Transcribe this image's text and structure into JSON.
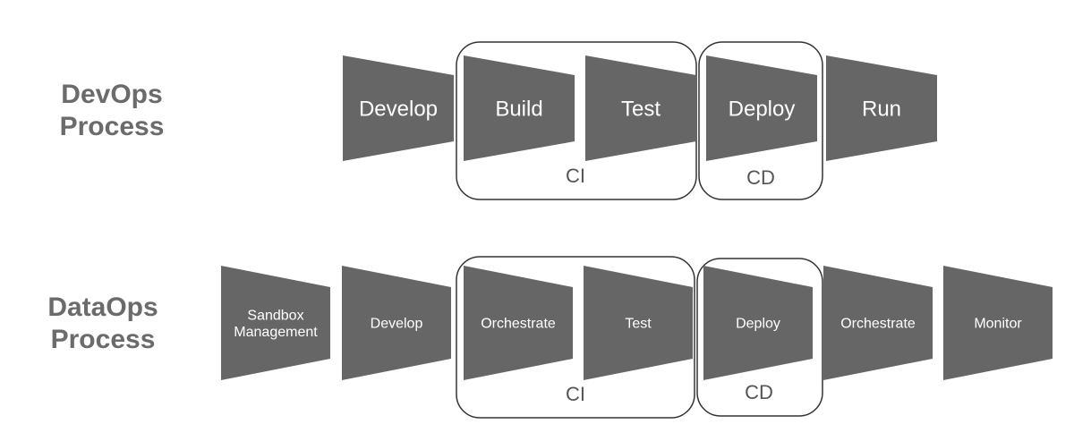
{
  "devops": {
    "title": "DevOps\nProcess",
    "steps": [
      "Develop",
      "Build",
      "Test",
      "Deploy",
      "Run"
    ],
    "groups": [
      {
        "label": "CI"
      },
      {
        "label": "CD"
      }
    ]
  },
  "dataops": {
    "title": "DataOps\nProcess",
    "steps": [
      "Sandbox\nManagement",
      "Develop",
      "Orchestrate",
      "Test",
      "Deploy",
      "Orchestrate",
      "Monitor"
    ],
    "groups": [
      {
        "label": "CI"
      },
      {
        "label": "CD"
      }
    ]
  },
  "colors": {
    "step_fill": "#666666",
    "title": "#6b6b6b",
    "group_border": "#333333"
  }
}
